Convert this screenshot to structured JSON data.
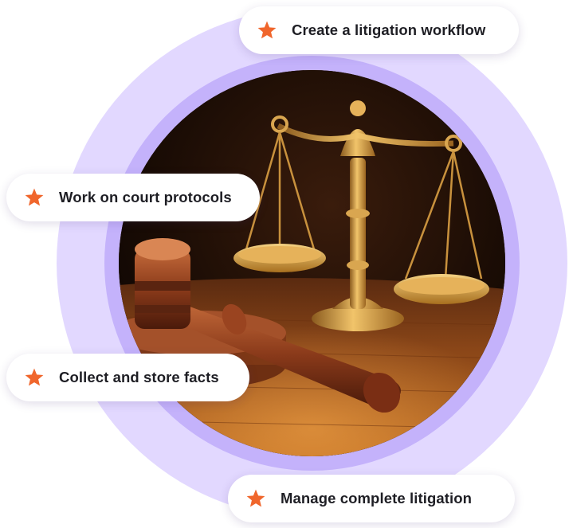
{
  "features": [
    {
      "label": "Create a litigation workflow",
      "icon": "star-icon"
    },
    {
      "label": "Work on court protocols",
      "icon": "star-icon"
    },
    {
      "label": "Collect and store facts",
      "icon": "star-icon"
    },
    {
      "label": "Manage complete litigation",
      "icon": "star-icon"
    }
  ],
  "colors": {
    "outer_ring": "#e2d8ff",
    "inner_ring": "#c4b2fb",
    "star": "#f0662c",
    "text": "#1e1e24",
    "pill_bg": "#ffffff"
  }
}
